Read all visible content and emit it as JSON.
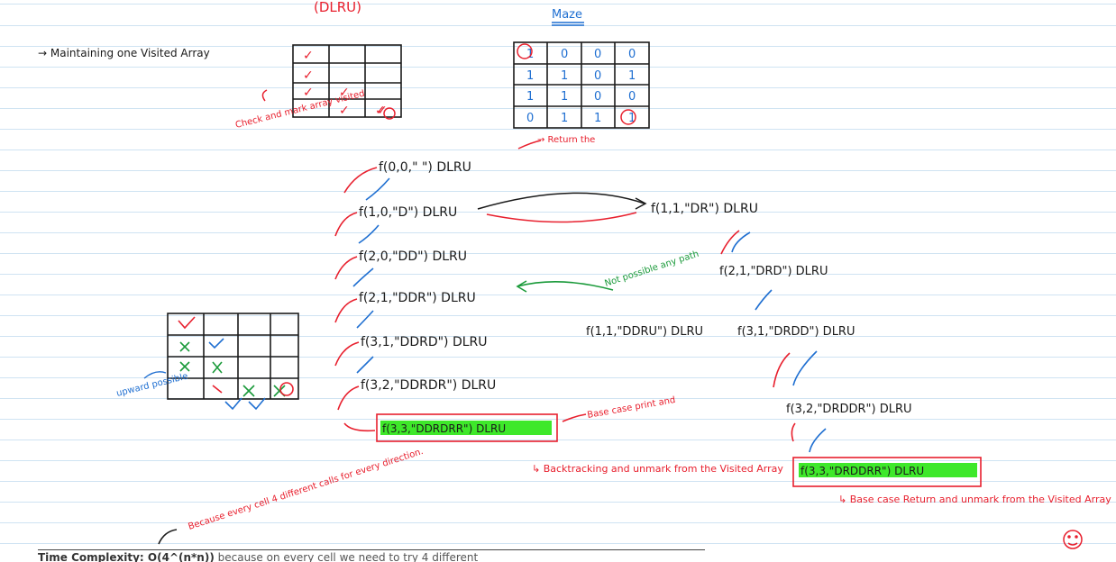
{
  "header": {
    "top_label": "(DLRU)",
    "maze_title": "Maze"
  },
  "notes": {
    "maintaining": "→ Maintaining one Visited Array",
    "check_visited": "Check and mark array visited",
    "upward_possible": "upward possible",
    "return": "→ Return the",
    "not_possible": "Not possible any path",
    "base_case_1": "Base case print and",
    "backtracking": "↳ Backtracking and unmark from the Visited Array",
    "because_every": "Because every cell 4 different calls for every direction.",
    "base_case_return": "↳ Base case Return and unmark from the Visited Array"
  },
  "maze_grid": [
    [
      "1",
      "0",
      "0",
      "0"
    ],
    [
      "1",
      "1",
      "0",
      "1"
    ],
    [
      "1",
      "1",
      "0",
      "0"
    ],
    [
      "0",
      "1",
      "1",
      "1"
    ]
  ],
  "visited_grid_1": [
    [
      "✓",
      "",
      "",
      ""
    ],
    [
      "✓",
      "",
      "",
      ""
    ],
    [
      "✓",
      "✓",
      "",
      ""
    ],
    [
      "",
      "✓",
      "✓",
      "✓"
    ]
  ],
  "calls": {
    "c1": "f(0,0,\" \") DLRU",
    "c2": "f(1,0,\"D\") DLRU",
    "c3": "f(2,0,\"DD\") DLRU",
    "c4": "f(2,1,\"DDR\") DLRU",
    "c5": "f(3,1,\"DDRD\") DLRU",
    "c6": "f(3,2,\"DDRDR\") DLRU",
    "c7": "f(3,3,\"DDRDRR\") DLRU",
    "r1": "f(1,1,\"DR\") DLRU",
    "r2": "f(2,1,\"DRD\") DLRU",
    "r3": "f(1,1,\"DDRU\") DLRU",
    "r4": "f(3,1,\"DRDD\") DLRU",
    "r5": "f(3,2,\"DRDDR\") DLRU",
    "r6": "f(3,3,\"DRDDRR\") DLRU"
  },
  "footer": {
    "label": "Time Complexity: O(4^(n*n))",
    "text": " because on every cell we need to try 4 different"
  },
  "colors": {
    "black_ink": "#1a1a1a",
    "red_ink": "#e8202e",
    "blue_ink": "#1f6fd1",
    "green_ink": "#1a9a3a",
    "highlight": "#3ee82a",
    "ruled_line": "#cfe3f2"
  }
}
